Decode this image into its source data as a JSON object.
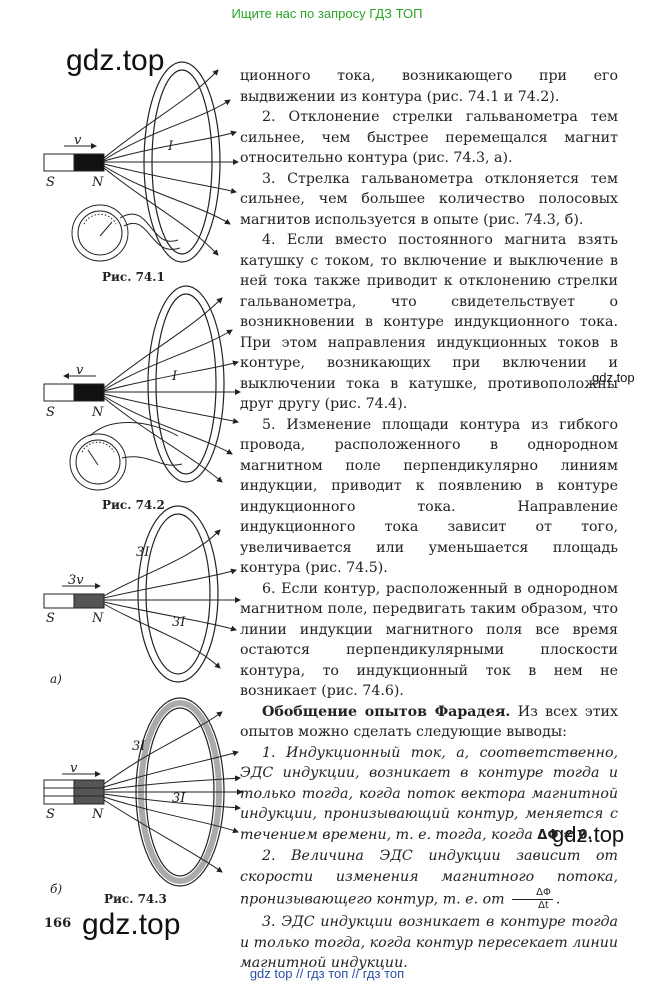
{
  "banner": "Ищите нас по запросу ГДЗ ТОП",
  "watermark": "gdz.top",
  "footer": "gdz top  //  гдз топ  //  гдз топ",
  "page_number": "166",
  "figures": {
    "fig1_caption": "Рис. 74.1",
    "fig2_caption": "Рис. 74.2",
    "fig3_caption": "Рис. 74.3",
    "sub_a": "а)",
    "sub_b": "б)",
    "label_S": "S",
    "label_N": "N",
    "label_v": "v",
    "label_3v": "3v",
    "label_I": "I",
    "label_3I": "3I"
  },
  "text": {
    "p_cont": "ционного тока, возникающего при его выдвижении из контура (рис. 74.1 и 74.2).",
    "p2": "2. Отклонение стрелки гальванометра тем сильнее, чем быстрее перемещался магнит относительно контура (рис. 74.3, а).",
    "p3": "3. Стрелка гальванометра отклоняется тем сильнее, чем большее количество полосовых магнитов используется в опыте (рис. 74.3, б).",
    "p4": "4. Если вместо постоянного магнита взять катушку с током, то включение и выключение в ней тока также приводит к отклонению стрелки гальванометра, что свидетельствует о возникновении в контуре индукционного тока. При этом направления индукционных токов в контуре, возникающих при включении и выключении тока в катушке, противоположны друг другу (рис. 74.4).",
    "p5": "5. Изменение площади контура из гибкого провода, расположенного в однородном магнитном поле перпендикулярно линиям индукции, приводит к появлению в контуре индукционного тока. Направление индукционного тока зависит от того, увеличивается или уменьшается площадь контура (рис. 74.5).",
    "p6": "6. Если контур, расположенный в однородном магнитном поле, передвигать таким образом, что линии индукции магнитного поля все время остаются перпендикулярными плоскости контура, то индукционный ток в нем не возникает (рис. 74.6).",
    "summary_head": "Обобщение опытов Фарадея.",
    "summary_rest": " Из всех этих опытов можно сделать следующие выводы:",
    "c1": "1. Индукционный ток, а, соответственно, ЭДС индукции, возникает в контуре тогда и только тогда, когда поток вектора магнитной индукции, пронизывающий контур, меняется с течением времени, т. е. тогда, когда",
    "c1_formula": "ΔΦ ≠ 0.",
    "c2": "2. Величина ЭДС индукции зависит от скорости изменения магнитного потока, пронизывающего контур, т. е. от",
    "c2_num": "ΔΦ",
    "c2_den": "Δt",
    "c2_end": ".",
    "c3": "3. ЭДС индукции возникает в контуре тогда и только тогда, когда контур пересекает линии магнитной индукции."
  }
}
